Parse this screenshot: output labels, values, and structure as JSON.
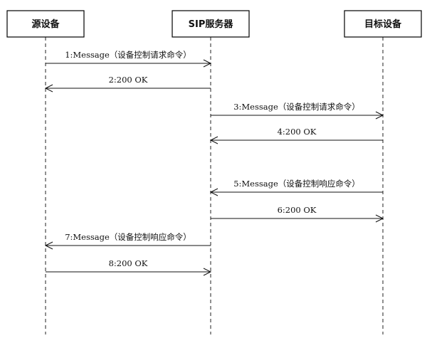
{
  "actors": [
    {
      "id": "source",
      "label": "源设备"
    },
    {
      "id": "server",
      "label": "SIP服务器"
    },
    {
      "id": "target",
      "label": "目标设备"
    }
  ],
  "messages": [
    {
      "label": "1:Message（设备控制请求命令）",
      "from": "source",
      "to": "server"
    },
    {
      "label": "2:200 OK",
      "from": "server",
      "to": "source"
    },
    {
      "label": "3:Message（设备控制请求命令）",
      "from": "server",
      "to": "target"
    },
    {
      "label": "4:200 OK",
      "from": "target",
      "to": "server"
    },
    {
      "label": "5:Message（设备控制响应命令）",
      "from": "target",
      "to": "server"
    },
    {
      "label": "6:200 OK",
      "from": "server",
      "to": "target"
    },
    {
      "label": "7:Message（设备控制响应命令）",
      "from": "server",
      "to": "source"
    },
    {
      "label": "8:200 OK",
      "from": "source",
      "to": "server"
    }
  ]
}
